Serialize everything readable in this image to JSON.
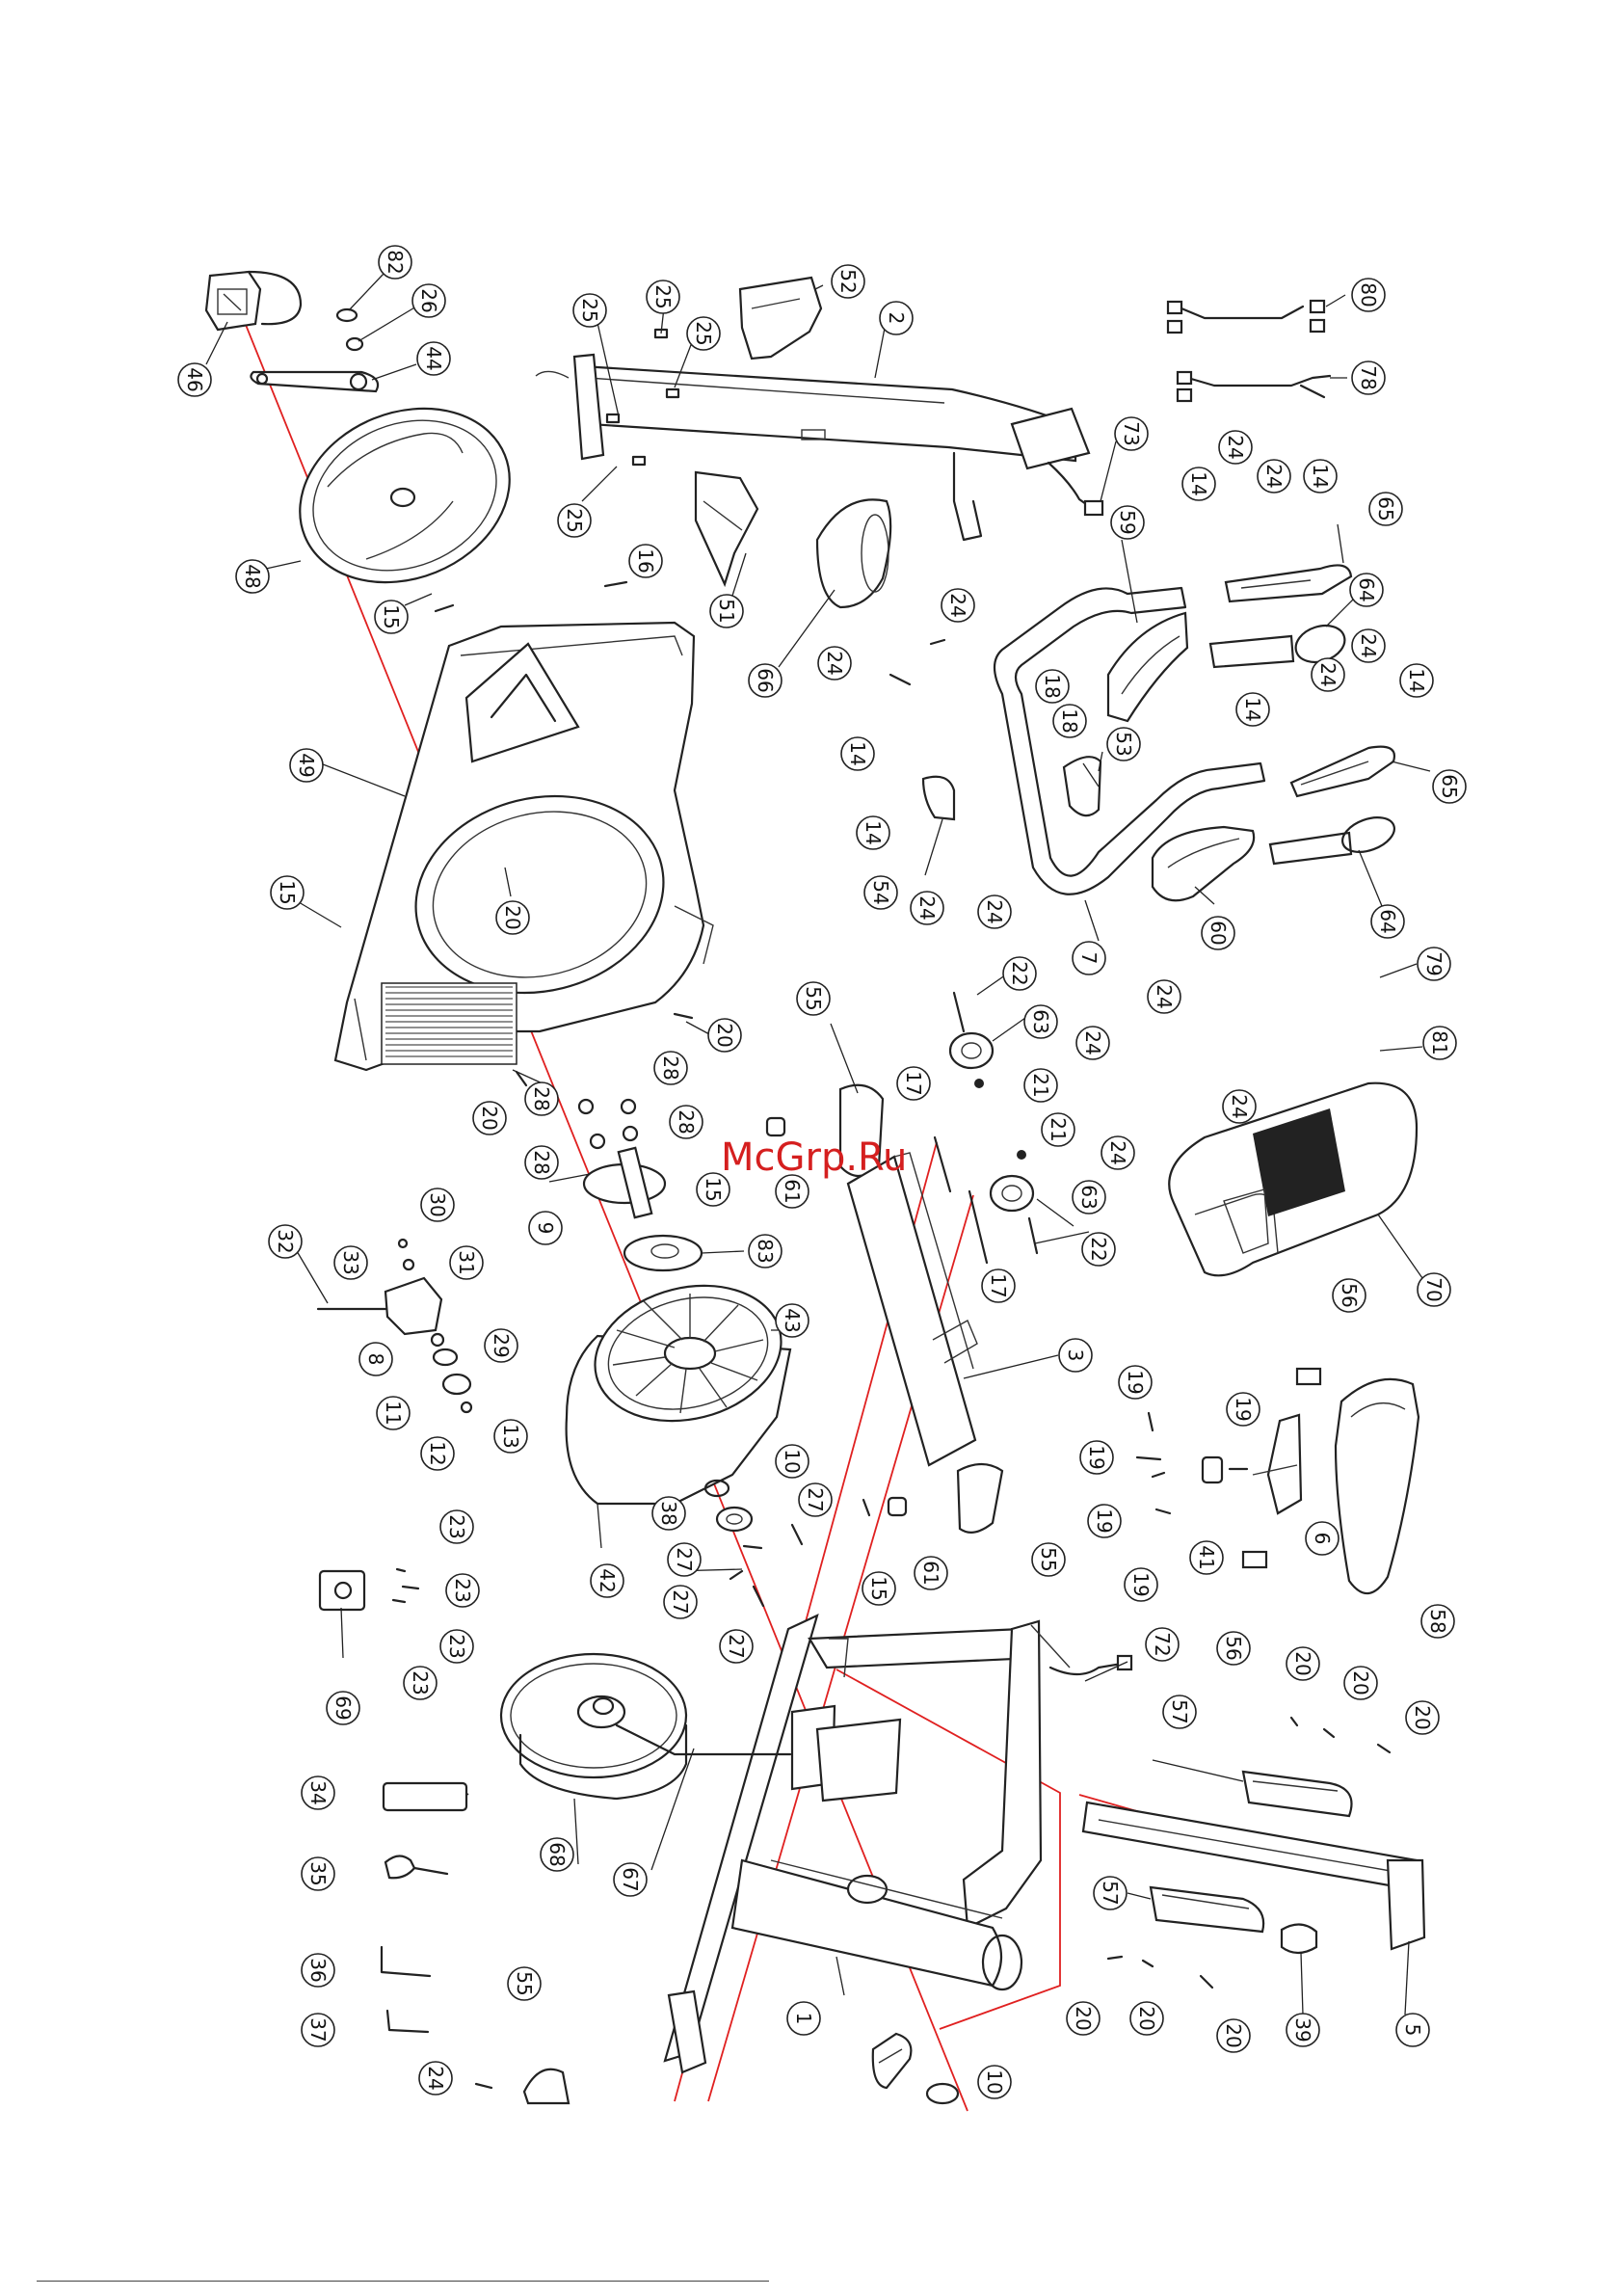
{
  "watermark": "McGrp.Ru",
  "callouts": [
    {
      "id": "c82",
      "label": "82"
    },
    {
      "id": "c26",
      "label": "26"
    },
    {
      "id": "c44",
      "label": "44"
    },
    {
      "id": "c46",
      "label": "46"
    },
    {
      "id": "c48",
      "label": "48"
    },
    {
      "id": "c15a",
      "label": "15"
    },
    {
      "id": "c16",
      "label": "16"
    },
    {
      "id": "c25a",
      "label": "25"
    },
    {
      "id": "c25b",
      "label": "25"
    },
    {
      "id": "c25c",
      "label": "25"
    },
    {
      "id": "c25d",
      "label": "25"
    },
    {
      "id": "c52",
      "label": "52"
    },
    {
      "id": "c2",
      "label": "2"
    },
    {
      "id": "c73",
      "label": "73"
    },
    {
      "id": "c80",
      "label": "80"
    },
    {
      "id": "c78",
      "label": "78"
    },
    {
      "id": "c51",
      "label": "51"
    },
    {
      "id": "c66",
      "label": "66"
    },
    {
      "id": "c24a",
      "label": "24"
    },
    {
      "id": "c24b",
      "label": "24"
    },
    {
      "id": "c14a",
      "label": "14"
    },
    {
      "id": "c24c",
      "label": "24"
    },
    {
      "id": "c24d",
      "label": "24"
    },
    {
      "id": "c14b",
      "label": "14"
    },
    {
      "id": "c65a",
      "label": "65"
    },
    {
      "id": "c64a",
      "label": "64"
    },
    {
      "id": "c59",
      "label": "59"
    },
    {
      "id": "c18a",
      "label": "18"
    },
    {
      "id": "c18b",
      "label": "18"
    },
    {
      "id": "c53",
      "label": "53"
    },
    {
      "id": "c24e",
      "label": "24"
    },
    {
      "id": "c24f",
      "label": "24"
    },
    {
      "id": "c14c",
      "label": "14"
    },
    {
      "id": "c14d",
      "label": "14"
    },
    {
      "id": "c65b",
      "label": "65"
    },
    {
      "id": "c64b",
      "label": "64"
    },
    {
      "id": "c60",
      "label": "60"
    },
    {
      "id": "c7",
      "label": "7"
    },
    {
      "id": "c14e",
      "label": "14"
    },
    {
      "id": "c14f",
      "label": "14"
    },
    {
      "id": "c54",
      "label": "54"
    },
    {
      "id": "c24g",
      "label": "24"
    },
    {
      "id": "c24h",
      "label": "24"
    },
    {
      "id": "c49",
      "label": "49"
    },
    {
      "id": "c15b",
      "label": "15"
    },
    {
      "id": "c20a",
      "label": "20"
    },
    {
      "id": "c20b",
      "label": "20"
    },
    {
      "id": "c20c",
      "label": "20"
    },
    {
      "id": "c28a",
      "label": "28"
    },
    {
      "id": "c28b",
      "label": "28"
    },
    {
      "id": "c28c",
      "label": "28"
    },
    {
      "id": "c28d",
      "label": "28"
    },
    {
      "id": "c9",
      "label": "9"
    },
    {
      "id": "c15c",
      "label": "15"
    },
    {
      "id": "c61a",
      "label": "61"
    },
    {
      "id": "c55a",
      "label": "55"
    },
    {
      "id": "c22a",
      "label": "22"
    },
    {
      "id": "c63a",
      "label": "63"
    },
    {
      "id": "c21a",
      "label": "21"
    },
    {
      "id": "c24i",
      "label": "24"
    },
    {
      "id": "c24j",
      "label": "24"
    },
    {
      "id": "c79",
      "label": "79"
    },
    {
      "id": "c81",
      "label": "81"
    },
    {
      "id": "c24k",
      "label": "24"
    },
    {
      "id": "c24l",
      "label": "24"
    },
    {
      "id": "c17a",
      "label": "17"
    },
    {
      "id": "c21b",
      "label": "21"
    },
    {
      "id": "c63b",
      "label": "63"
    },
    {
      "id": "c22b",
      "label": "22"
    },
    {
      "id": "c17b",
      "label": "17"
    },
    {
      "id": "c70",
      "label": "70"
    },
    {
      "id": "c30",
      "label": "30"
    },
    {
      "id": "c32",
      "label": "32"
    },
    {
      "id": "c33",
      "label": "33"
    },
    {
      "id": "c31",
      "label": "31"
    },
    {
      "id": "c8",
      "label": "8"
    },
    {
      "id": "c29",
      "label": "29"
    },
    {
      "id": "c11",
      "label": "11"
    },
    {
      "id": "c13",
      "label": "13"
    },
    {
      "id": "c12",
      "label": "12"
    },
    {
      "id": "c83",
      "label": "83"
    },
    {
      "id": "c43",
      "label": "43"
    },
    {
      "id": "c3",
      "label": "3"
    },
    {
      "id": "c56a",
      "label": "56"
    },
    {
      "id": "c19a",
      "label": "19"
    },
    {
      "id": "c19b",
      "label": "19"
    },
    {
      "id": "c19c",
      "label": "19"
    },
    {
      "id": "c19d",
      "label": "19"
    },
    {
      "id": "c19e",
      "label": "19"
    },
    {
      "id": "c41",
      "label": "41"
    },
    {
      "id": "c6",
      "label": "6"
    },
    {
      "id": "c58",
      "label": "58"
    },
    {
      "id": "c56b",
      "label": "56"
    },
    {
      "id": "c10a",
      "label": "10"
    },
    {
      "id": "c38",
      "label": "38"
    },
    {
      "id": "c27a",
      "label": "27"
    },
    {
      "id": "c27b",
      "label": "27"
    },
    {
      "id": "c27c",
      "label": "27"
    },
    {
      "id": "c27d",
      "label": "27"
    },
    {
      "id": "c42",
      "label": "42"
    },
    {
      "id": "c15d",
      "label": "15"
    },
    {
      "id": "c61b",
      "label": "61"
    },
    {
      "id": "c55b",
      "label": "55"
    },
    {
      "id": "c23a",
      "label": "23"
    },
    {
      "id": "c23b",
      "label": "23"
    },
    {
      "id": "c23c",
      "label": "23"
    },
    {
      "id": "c23d",
      "label": "23"
    },
    {
      "id": "c69",
      "label": "69"
    },
    {
      "id": "c72",
      "label": "72"
    },
    {
      "id": "c20d",
      "label": "20"
    },
    {
      "id": "c20e",
      "label": "20"
    },
    {
      "id": "c20f",
      "label": "20"
    },
    {
      "id": "c57a",
      "label": "57"
    },
    {
      "id": "c34",
      "label": "34"
    },
    {
      "id": "c35",
      "label": "35"
    },
    {
      "id": "c68",
      "label": "68"
    },
    {
      "id": "c67",
      "label": "67"
    },
    {
      "id": "c57b",
      "label": "57"
    },
    {
      "id": "c36",
      "label": "36"
    },
    {
      "id": "c37",
      "label": "37"
    },
    {
      "id": "c55c",
      "label": "55"
    },
    {
      "id": "c24m",
      "label": "24"
    },
    {
      "id": "c1",
      "label": "1"
    },
    {
      "id": "c10b",
      "label": "10"
    },
    {
      "id": "c20g",
      "label": "20"
    },
    {
      "id": "c20h",
      "label": "20"
    },
    {
      "id": "c20i",
      "label": "20"
    },
    {
      "id": "c39",
      "label": "39"
    },
    {
      "id": "c5",
      "label": "5"
    }
  ]
}
